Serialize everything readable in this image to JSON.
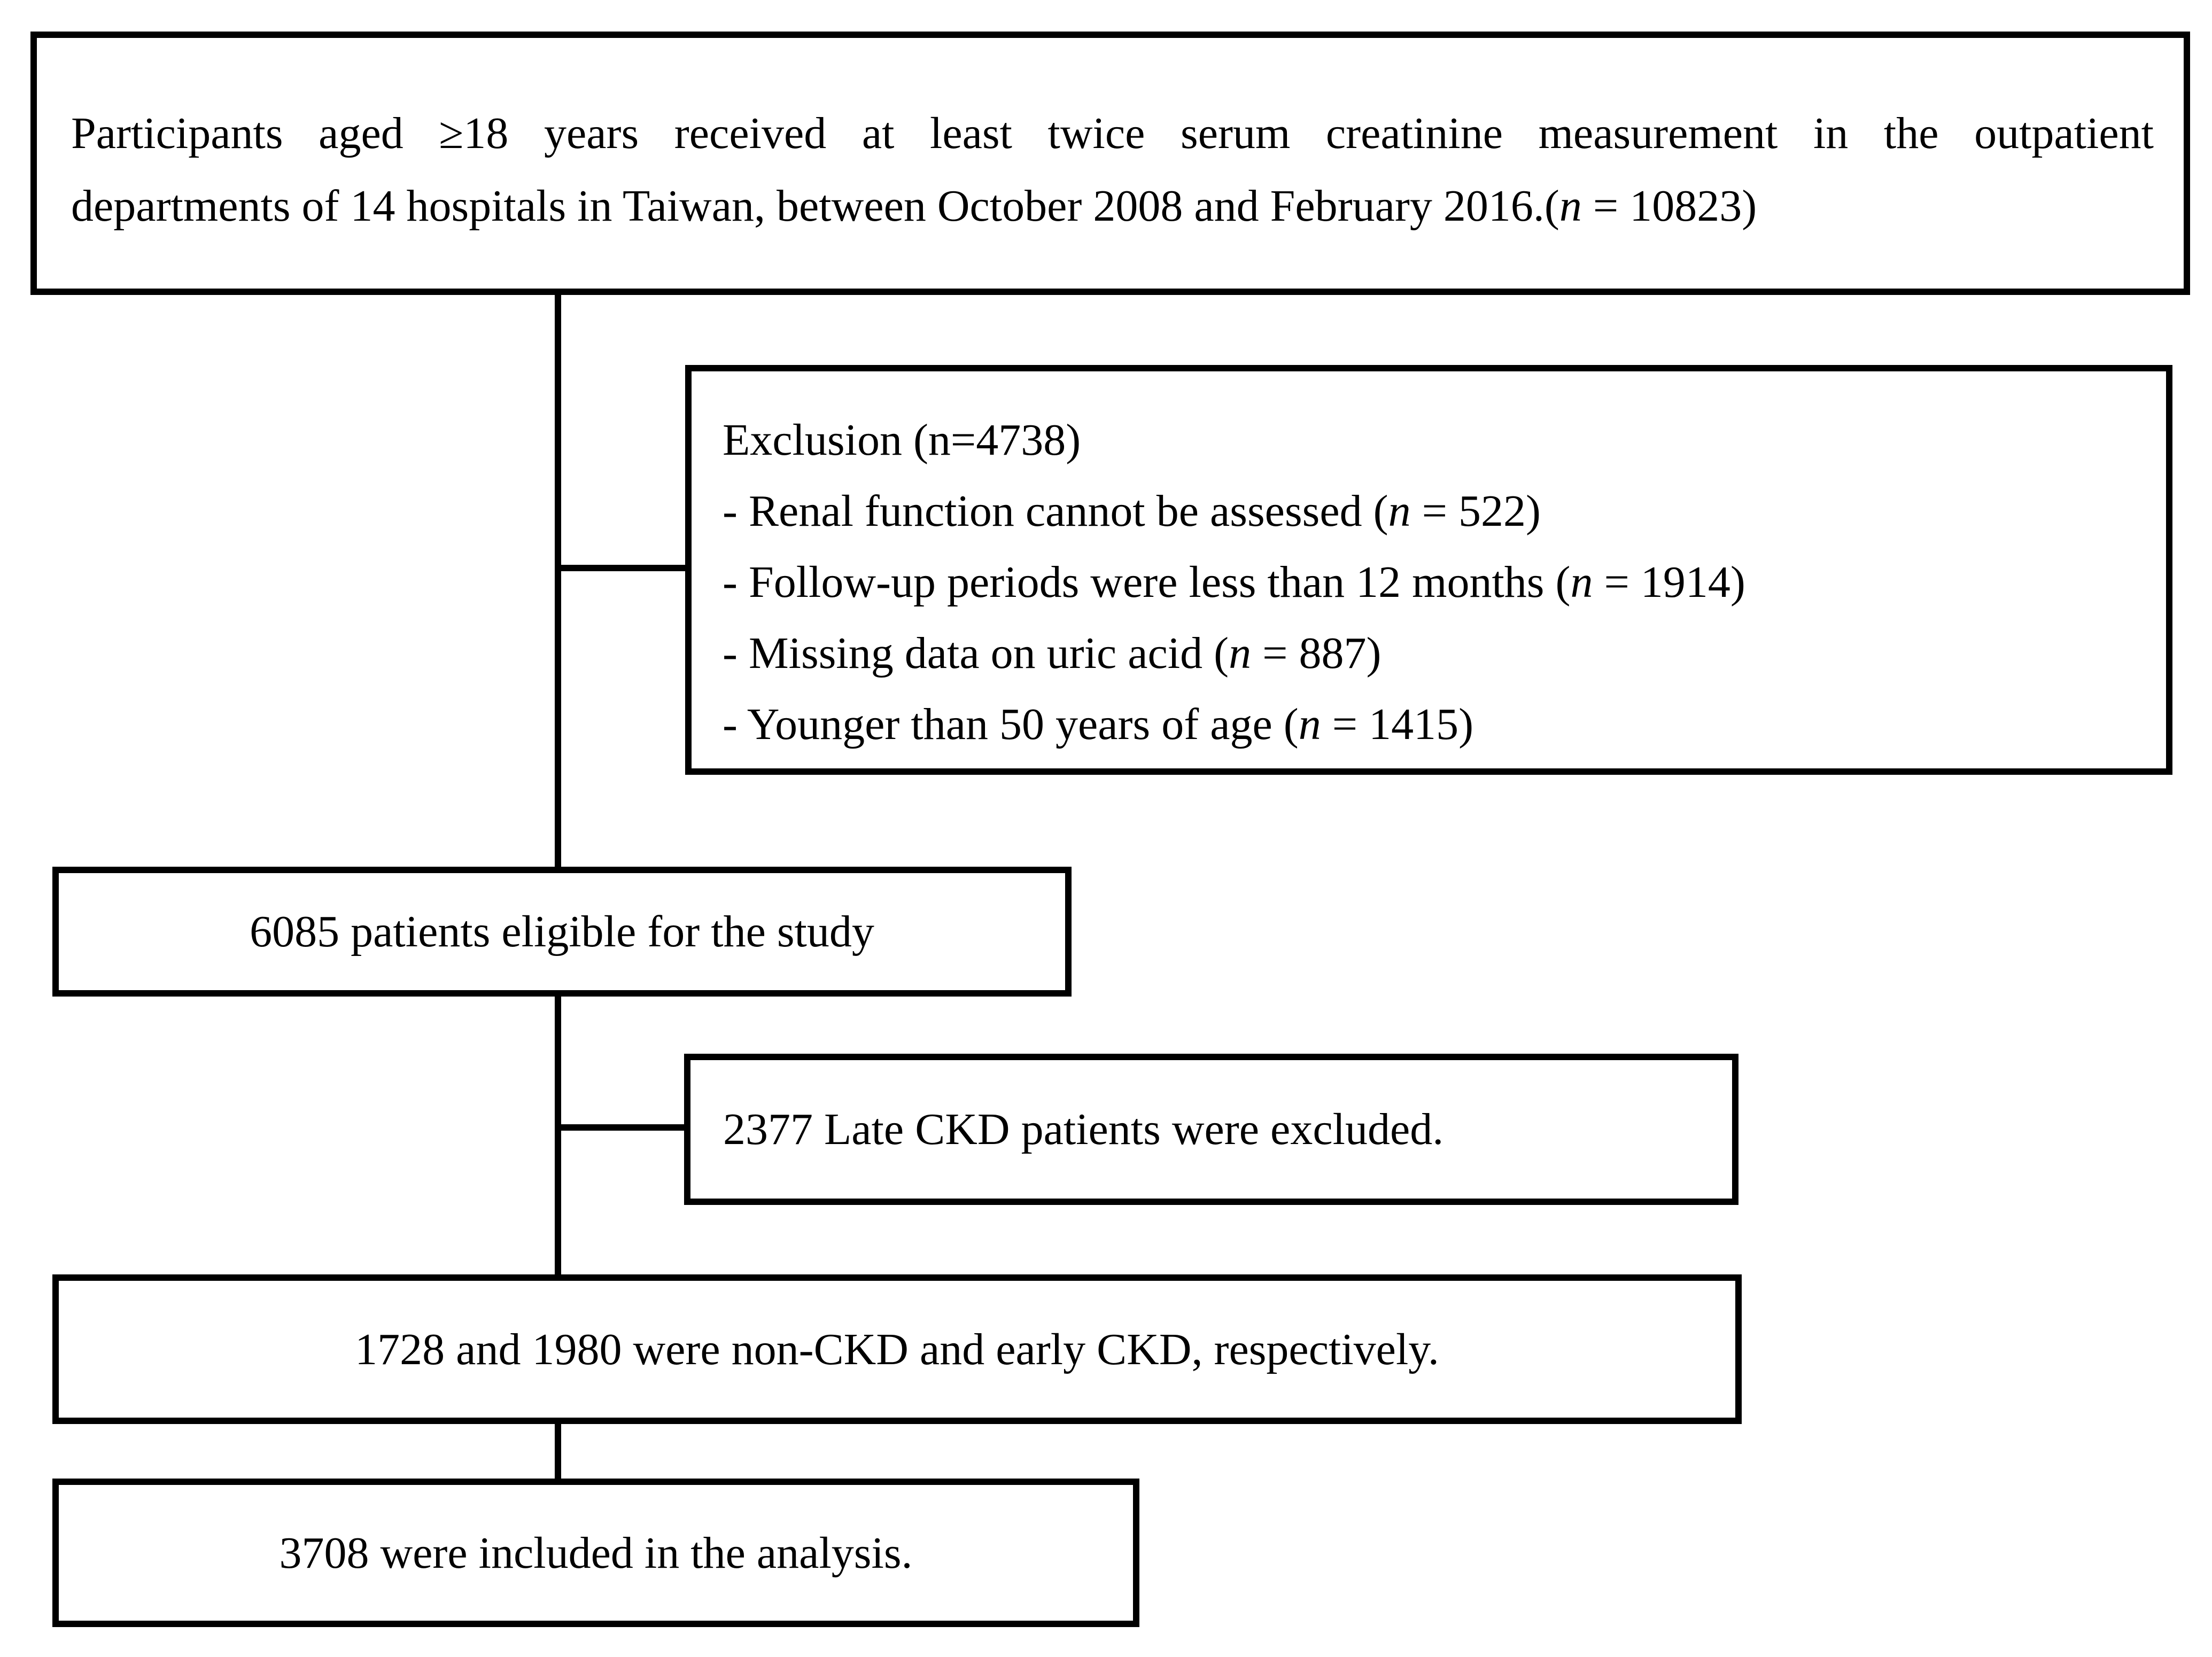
{
  "diagram": {
    "colors": {
      "background": "#ffffff",
      "line": "#000000",
      "text": "#000000"
    },
    "participants_box": {
      "line1": "Participants aged ≥18 years received at least twice serum creatinine measurement in the outpatient",
      "line2": "departments of 14 hospitals in Taiwan, between October 2008 and February 2016.(n = 10823)"
    },
    "exclusion_box": {
      "title": "Exclusion (n=4738)",
      "items": [
        "- Renal function cannot be assessed (n = 522)",
        "- Follow-up periods were less than 12 months (n = 1914)",
        "- Missing data on uric acid (n = 887)",
        "- Younger than 50 years of age (n = 1415)"
      ]
    },
    "eligible_box": {
      "text": "6085 patients eligible for the study"
    },
    "late_ckd_box": {
      "text": "2377 Late CKD patients were excluded."
    },
    "cohort_box": {
      "text": "1728 and 1980 were non-CKD and early CKD, respectively."
    },
    "analysis_box": {
      "text": "3708 were included in the analysis."
    }
  }
}
